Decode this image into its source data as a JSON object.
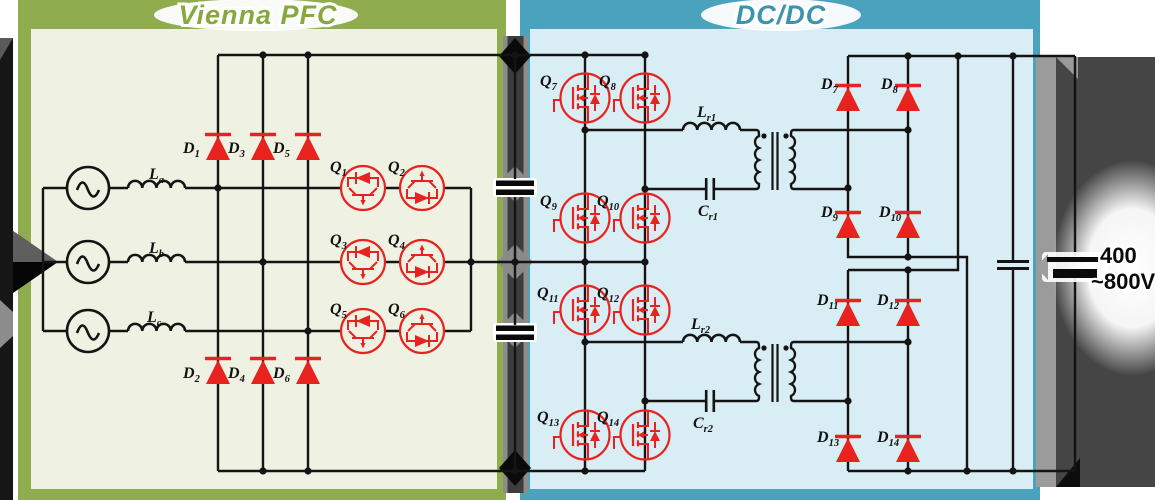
{
  "circuit": {
    "vienna": {
      "title": "Vienna PFC",
      "inductors": [
        {
          "main": "L",
          "sub": "a"
        },
        {
          "main": "L",
          "sub": "b"
        },
        {
          "main": "L",
          "sub": "c"
        }
      ],
      "diodes": [
        {
          "main": "D",
          "sub": "1"
        },
        {
          "main": "D",
          "sub": "2"
        },
        {
          "main": "D",
          "sub": "3"
        },
        {
          "main": "D",
          "sub": "4"
        },
        {
          "main": "D",
          "sub": "5"
        },
        {
          "main": "D",
          "sub": "6"
        }
      ],
      "switches": [
        {
          "main": "Q",
          "sub": "1"
        },
        {
          "main": "Q",
          "sub": "2"
        },
        {
          "main": "Q",
          "sub": "3"
        },
        {
          "main": "Q",
          "sub": "4"
        },
        {
          "main": "Q",
          "sub": "5"
        },
        {
          "main": "Q",
          "sub": "6"
        }
      ]
    },
    "dcdc": {
      "title": "DC/DC",
      "switches": [
        {
          "main": "Q",
          "sub": "7"
        },
        {
          "main": "Q",
          "sub": "8"
        },
        {
          "main": "Q",
          "sub": "9"
        },
        {
          "main": "Q",
          "sub": "10"
        },
        {
          "main": "Q",
          "sub": "11"
        },
        {
          "main": "Q",
          "sub": "12"
        },
        {
          "main": "Q",
          "sub": "13"
        },
        {
          "main": "Q",
          "sub": "14"
        }
      ],
      "tank": [
        {
          "main": "L",
          "sub": "r1"
        },
        {
          "main": "C",
          "sub": "r1"
        },
        {
          "main": "L",
          "sub": "r2"
        },
        {
          "main": "C",
          "sub": "r2"
        }
      ],
      "diodes": [
        {
          "main": "D",
          "sub": "7"
        },
        {
          "main": "D",
          "sub": "8"
        },
        {
          "main": "D",
          "sub": "9"
        },
        {
          "main": "D",
          "sub": "10"
        },
        {
          "main": "D",
          "sub": "11"
        },
        {
          "main": "D",
          "sub": "12"
        },
        {
          "main": "D",
          "sub": "13"
        },
        {
          "main": "D",
          "sub": "14"
        }
      ]
    },
    "output": {
      "line1": "400",
      "line2": "~800V"
    },
    "colors": {
      "component_red": "#e8231f",
      "vienna_frame": "#8fad4e",
      "vienna_fill": "#eff2e2",
      "vienna_title": "#86a83e",
      "dcdc_frame": "#4aa2bc",
      "dcdc_fill": "#d9edf4",
      "dcdc_title": "#3d93ae",
      "wire_black": "#141414",
      "bus_dark": "#3d3d3d"
    },
    "icons": {
      "left_arrow": "power-flow-arrow-icon",
      "dc_bus": "dc-link-bus-icon",
      "right_arrow": "power-flow-arrow-icon",
      "battery": "battery-icon"
    }
  }
}
